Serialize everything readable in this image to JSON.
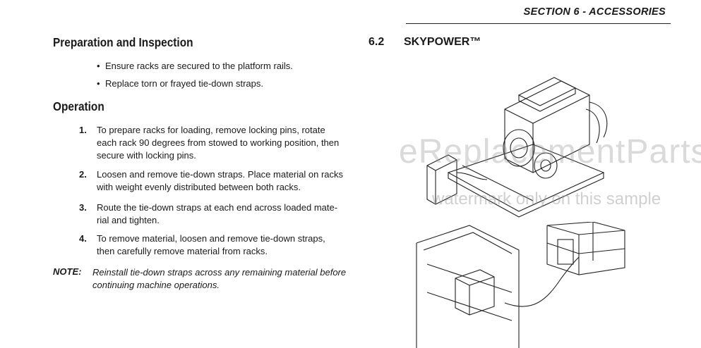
{
  "header": {
    "section": "SECTION 6 - ACCESSORIES"
  },
  "left": {
    "prep_heading": "Preparation and Inspection",
    "prep_bullets": [
      "Ensure racks are secured to the platform rails.",
      "Replace torn or frayed tie-down straps."
    ],
    "op_heading": "Operation",
    "steps": [
      {
        "num": "1.",
        "text": "To prepare racks for loading, remove locking pins, rotate\neach rack 90 degrees from stowed to working position, then\nsecure with locking pins."
      },
      {
        "num": "2.",
        "text": "Loosen and remove tie-down straps. Place material on racks\nwith weight evenly distributed between both racks."
      },
      {
        "num": "3.",
        "text": "Route the tie-down straps at each end across loaded mate-\nrial and tighten."
      },
      {
        "num": "4.",
        "text": "To remove material, loosen and remove tie-down straps,\nthen carefully remove material from racks."
      }
    ],
    "note_label": "NOTE:",
    "note_text": "Reinstall tie-down straps across any remaining material before\ncontinuing machine operations."
  },
  "right": {
    "section_number": "6.2",
    "section_title": "SKYPOWER™",
    "watermark_main": "eReplacementParts.com",
    "watermark_sub": "watermark only on this sample"
  }
}
